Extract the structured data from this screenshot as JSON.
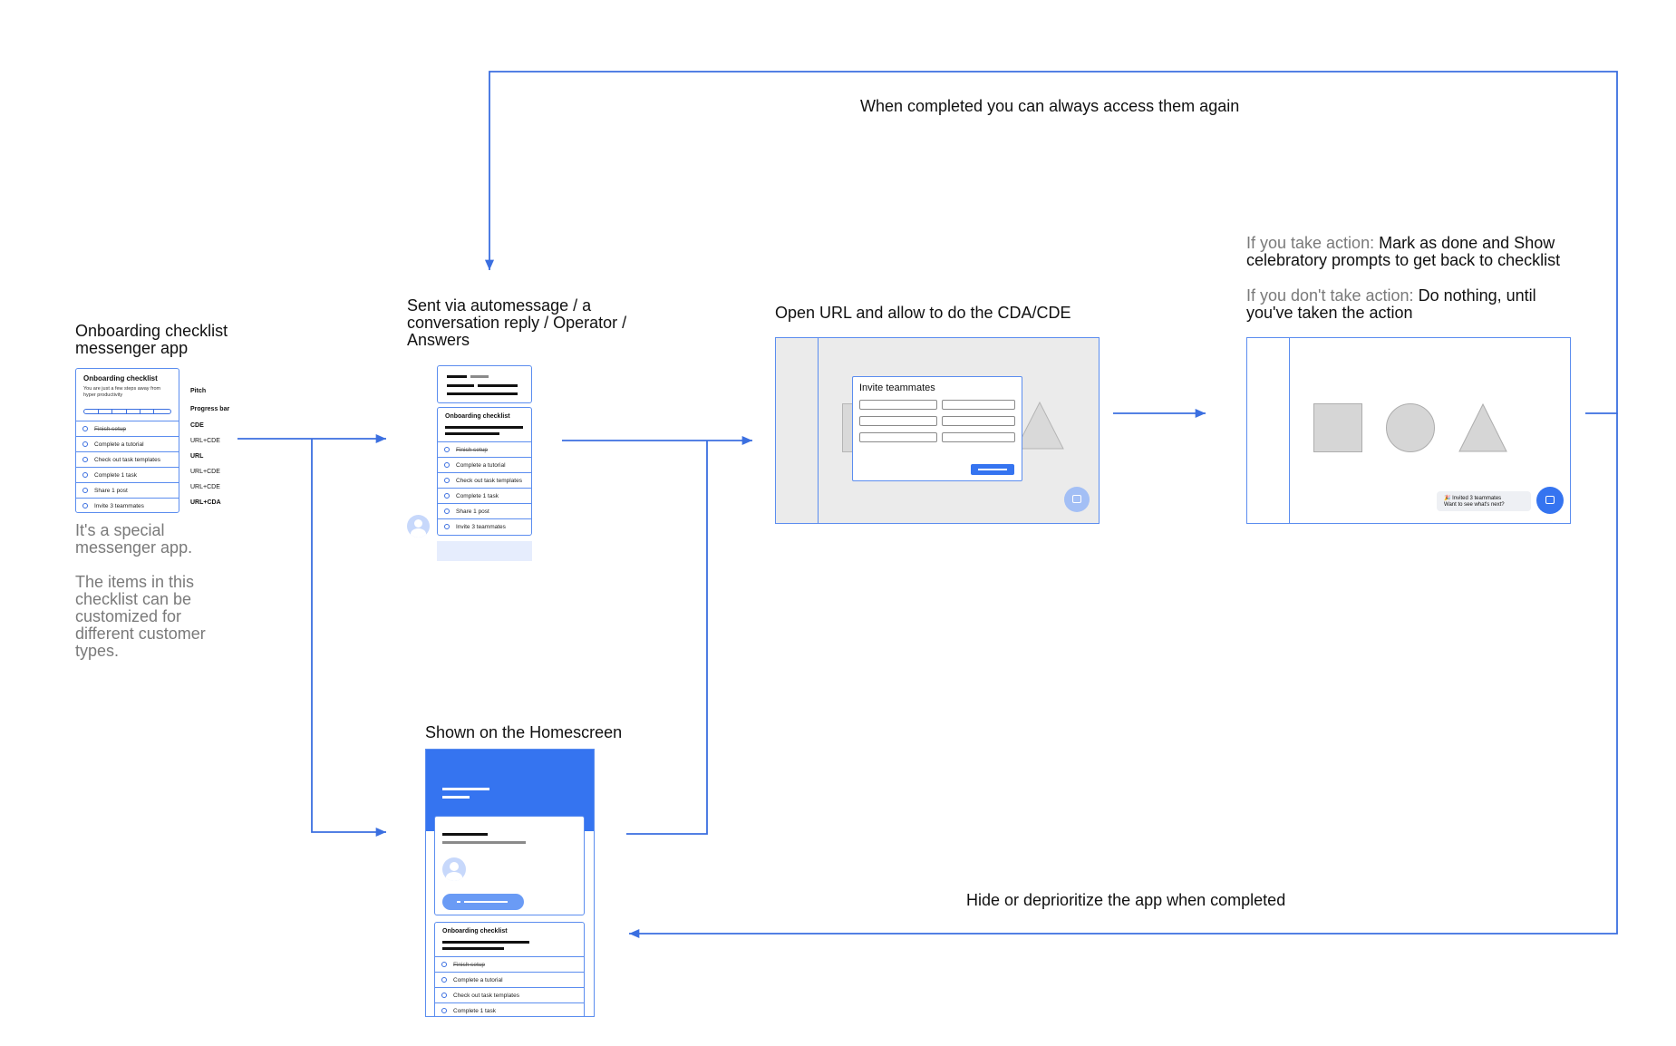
{
  "top_loop_label": "When completed you can always access them again",
  "bottom_loop_label": "Hide or deprioritize the app when completed",
  "col1": {
    "title": "Onboarding checklist messenger app",
    "desc1": "It's a special messenger app.",
    "desc2": "The items in this checklist can be customized for different customer types.",
    "card": {
      "title": "Onboarding checklist",
      "subtitle": "You are just a few steps away from hyper productivity",
      "items": [
        "Finish setup",
        "Complete a tutorial",
        "Check out task templates",
        "Complete 1 task",
        "Share 1 post",
        "Invite 3 teammates"
      ],
      "side_labels": [
        "Pitch",
        "Progress bar",
        "CDE",
        "URL+CDE",
        "URL",
        "URL+CDE",
        "URL+CDE",
        "URL+CDA"
      ]
    }
  },
  "col2": {
    "title": "Sent via automessage / a conversation reply / Operator / Answers",
    "card_title": "Onboarding checklist",
    "items": [
      "Finish setup",
      "Complete a tutorial",
      "Check out task templates",
      "Complete 1 task",
      "Share 1 post",
      "Invite 3 teammates"
    ]
  },
  "home": {
    "title": "Shown on the Homescreen",
    "card_title": "Onboarding checklist",
    "items": [
      "Finish setup",
      "Complete a tutorial",
      "Check out task templates",
      "Complete 1 task"
    ]
  },
  "col3": {
    "title": "Open URL and allow to do the CDA/CDE",
    "modal_title": "Invite teammates"
  },
  "col4": {
    "line1_muted": "If you take action:",
    "line1_rest": " Mark as done and Show celebratory prompts to get back to checklist",
    "line2_muted": "If you don't take action:",
    "line2_rest": " Do nothing, until you've taken the action",
    "toast_line1": "🎉 Invited 3 teammates",
    "toast_line2": "Want to see what's next?"
  },
  "colors": {
    "accent": "#3574f0",
    "line": "#3b6fe0",
    "grey_shape": "#d6d6d6"
  }
}
